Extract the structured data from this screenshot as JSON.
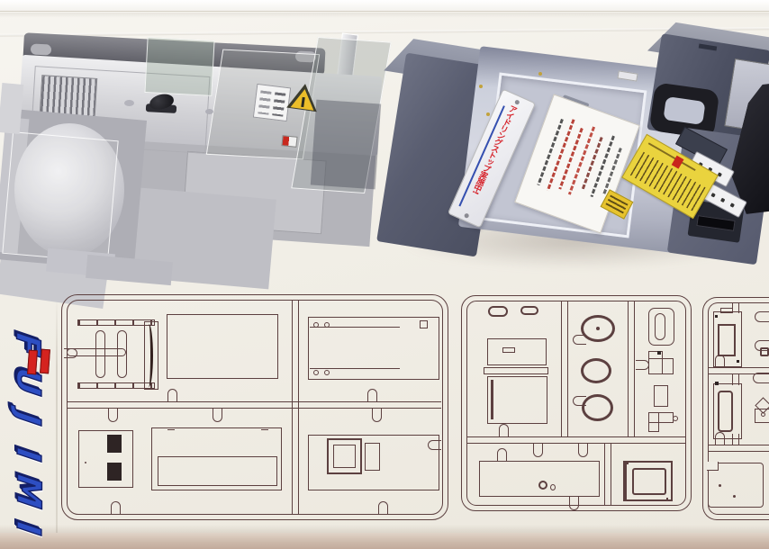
{
  "brand": {
    "logo_letters": [
      "F",
      "U",
      "J",
      "I",
      "M",
      "I"
    ],
    "logo_color_blue": "#2d4ec2",
    "logo_outline_navy": "#141f66",
    "logo_accent_red": "#d5231f"
  },
  "top_right_render": {
    "idling_plate_text": "アイドリングストップ実施中!",
    "machine_body_color": "#ccd0dc",
    "machine_base_color": "#555a6e",
    "barcode_sticker_color": "#ead33e"
  },
  "top_left_render": {
    "warning_triangle_color": "#ecbe29",
    "body_gray": "#d2d2d6"
  },
  "sprue_diagrams": {
    "line_color": "#5c4040",
    "panel_count": 3
  },
  "box": {
    "background_color": "#f1eee6",
    "table_color": "#cdbaac"
  }
}
